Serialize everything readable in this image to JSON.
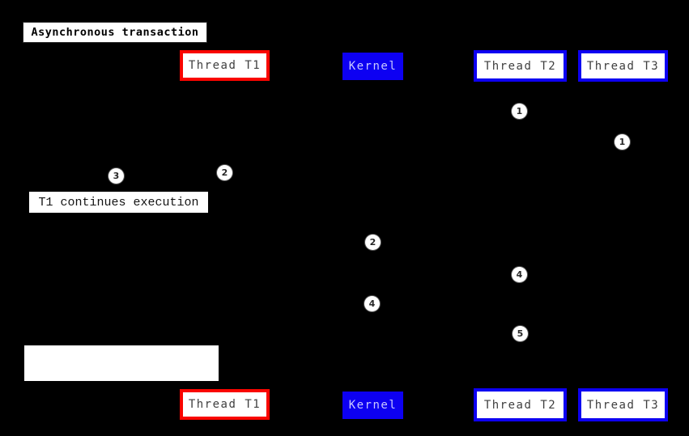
{
  "diagram": {
    "title": "Asynchronous transaction",
    "actors": {
      "thread_t1": "Thread T1",
      "kernel": "Kernel",
      "thread_t2": "Thread T2",
      "thread_t3": "Thread T3"
    },
    "notes": {
      "t1_continues": "T1 continues execution",
      "empty_note": ""
    },
    "markers": [
      "1",
      "1",
      "2",
      "3",
      "2",
      "4",
      "4",
      "5"
    ],
    "colors": {
      "background": "#000000",
      "thread_t1_border": "#f90500",
      "kernel_fill": "#0d00f2",
      "thread_t2_t3_border": "#0d00f2",
      "kernel_text": "#c9c9ff",
      "actor_text": "#3f3f3f",
      "note_fill": "#ffffff"
    }
  }
}
